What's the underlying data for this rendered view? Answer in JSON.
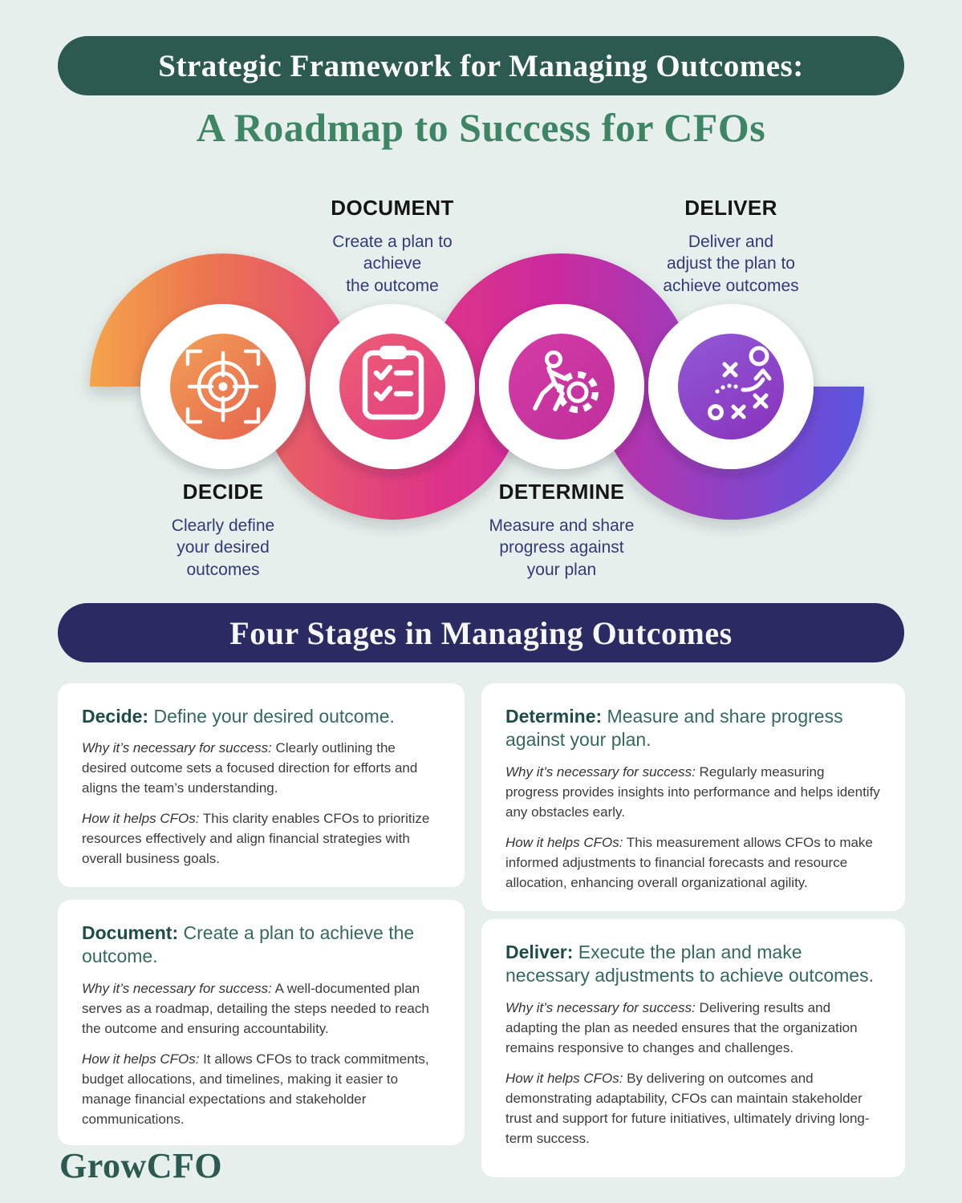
{
  "header": {
    "banner": "Strategic Framework for Managing Outcomes:",
    "subtitle": "A Roadmap to Success for CFOs"
  },
  "diagram": {
    "steps": [
      {
        "title": "DECIDE",
        "description": "Clearly define\nyour desired\noutcomes",
        "icon": "target-icon",
        "label_position": "below",
        "color_from": "#f2a057",
        "color_to": "#e5624e"
      },
      {
        "title": "DOCUMENT",
        "description": "Create a plan to\nachieve\nthe outcome",
        "icon": "clipboard-checklist-icon",
        "label_position": "above",
        "color_from": "#ee5f74",
        "color_to": "#e03a84"
      },
      {
        "title": "DETERMINE",
        "description": "Measure and share\nprogress against\nyour plan",
        "icon": "runner-gear-icon",
        "label_position": "below",
        "color_from": "#d63ba6",
        "color_to": "#bd2f9b"
      },
      {
        "title": "DELIVER",
        "description": "Deliver and\nadjust the plan to\nachieve outcomes",
        "icon": "strategy-play-icon",
        "label_position": "above",
        "color_from": "#9159d6",
        "color_to": "#8a38c0"
      }
    ],
    "wave_colors": [
      "#f4a44c",
      "#ec7550",
      "#e6546f",
      "#de3388",
      "#cb2b9e",
      "#a43ab8",
      "#7a48d0",
      "#5a55df"
    ]
  },
  "stages_banner": {
    "label": "Four Stages in Managing Outcomes"
  },
  "cards": [
    {
      "title_bold": "Decide:",
      "title_rest": " Define your desired outcome.",
      "why_label": "Why it’s necessary for success:",
      "why_text": " Clearly outlining the desired outcome sets a focused direction for efforts and aligns the team’s understanding.",
      "how_label": "How it helps CFOs:",
      "how_text": " This clarity enables CFOs to prioritize resources effectively and align financial strategies with overall business goals."
    },
    {
      "title_bold": "Document:",
      "title_rest": " Create a plan to achieve the outcome.",
      "why_label": "Why it’s necessary for success:",
      "why_text": " A well-documented plan serves as a roadmap, detailing the steps needed to reach the outcome and ensuring accountability.",
      "how_label": "How it helps CFOs:",
      "how_text": " It allows CFOs to track commitments, budget allocations, and timelines, making it easier to manage financial expectations and stakeholder communications."
    },
    {
      "title_bold": "Determine:",
      "title_rest": " Measure and share progress against your plan.",
      "why_label": "Why it’s necessary for success:",
      "why_text": " Regularly measuring progress provides insights into performance and helps identify any obstacles early.",
      "how_label": "How it helps CFOs:",
      "how_text": " This measurement allows CFOs to make informed adjustments to financial forecasts and resource allocation, enhancing overall organizational agility."
    },
    {
      "title_bold": "Deliver:",
      "title_rest": " Execute the plan and make necessary adjustments to achieve outcomes.",
      "why_label": "Why it’s necessary for success:",
      "why_text": " Delivering results and adapting the plan as needed ensures that the organization remains responsive to changes and challenges.",
      "how_label": "How it helps CFOs:",
      "how_text": " By delivering on outcomes and demonstrating adaptability, CFOs can maintain stakeholder trust and support for future initiatives, ultimately driving long-term success."
    }
  ],
  "footer": {
    "logo": "GrowCFO"
  },
  "colors": {
    "background": "#e6efeb",
    "header_pill": "#2d5a50",
    "subtitle_green": "#3e8565",
    "stages_pill": "#2b2a63",
    "step_desc_navy": "#333a78",
    "card_title_teal": "#1e4c47"
  }
}
